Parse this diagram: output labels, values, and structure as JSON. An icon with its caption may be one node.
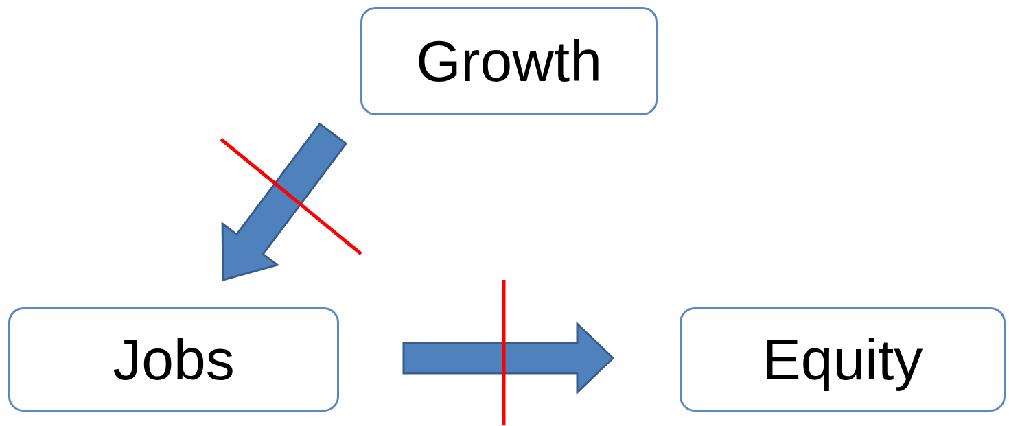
{
  "diagram": {
    "nodes": [
      {
        "text": [
          "Growth"
        ]
      },
      {
        "text": [
          "Jobs"
        ]
      },
      {
        "text": [
          "Equity"
        ]
      }
    ],
    "edges": [
      {
        "from": 0,
        "to": 1,
        "arrow": "to"
      },
      {
        "from": 1,
        "to": 2,
        "arrow": "to"
      }
    ]
  }
}
